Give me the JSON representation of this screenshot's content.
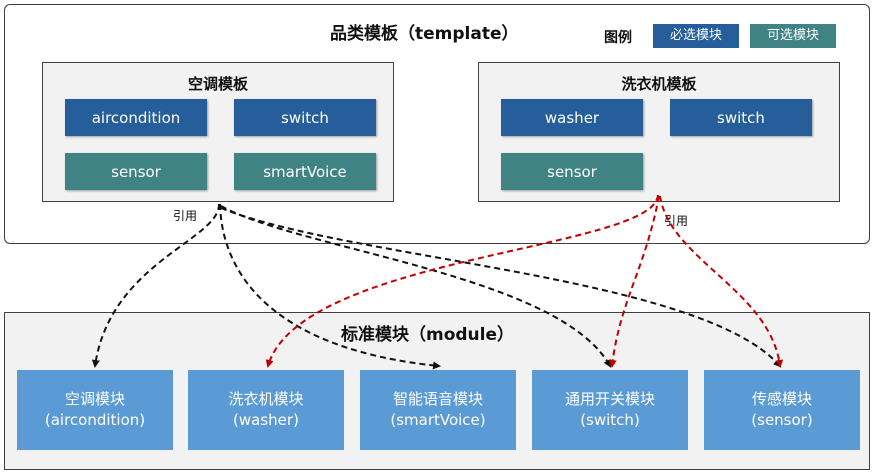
{
  "colors": {
    "required": "#255e9b",
    "optional": "#3f8385",
    "standard": "#5b9bd5",
    "black_ref": "#111111",
    "red_ref": "#c00000"
  },
  "template_panel": {
    "title": "品类模板（template）",
    "legend": {
      "title": "图例",
      "required": "必选模块",
      "optional": "可选模块"
    }
  },
  "templates": [
    {
      "title": "空调模板",
      "modules": [
        {
          "label": "aircondition",
          "kind": "required"
        },
        {
          "label": "switch",
          "kind": "required"
        },
        {
          "label": "sensor",
          "kind": "optional"
        },
        {
          "label": "smartVoice",
          "kind": "optional"
        }
      ],
      "ref_label": "引用"
    },
    {
      "title": "洗衣机模板",
      "modules": [
        {
          "label": "washer",
          "kind": "required"
        },
        {
          "label": "switch",
          "kind": "required"
        },
        {
          "label": "sensor",
          "kind": "optional"
        }
      ],
      "ref_label": "引用"
    }
  ],
  "module_panel": {
    "title": "标准模块（module）",
    "modules": [
      {
        "name": "空调模块",
        "code": "(aircondition)"
      },
      {
        "name": "洗衣机模块",
        "code": "(washer)"
      },
      {
        "name": "智能语音模块",
        "code": "(smartVoice)"
      },
      {
        "name": "通用开关模块",
        "code": "(switch)"
      },
      {
        "name": "传感模块",
        "code": "(sensor)"
      }
    ]
  }
}
